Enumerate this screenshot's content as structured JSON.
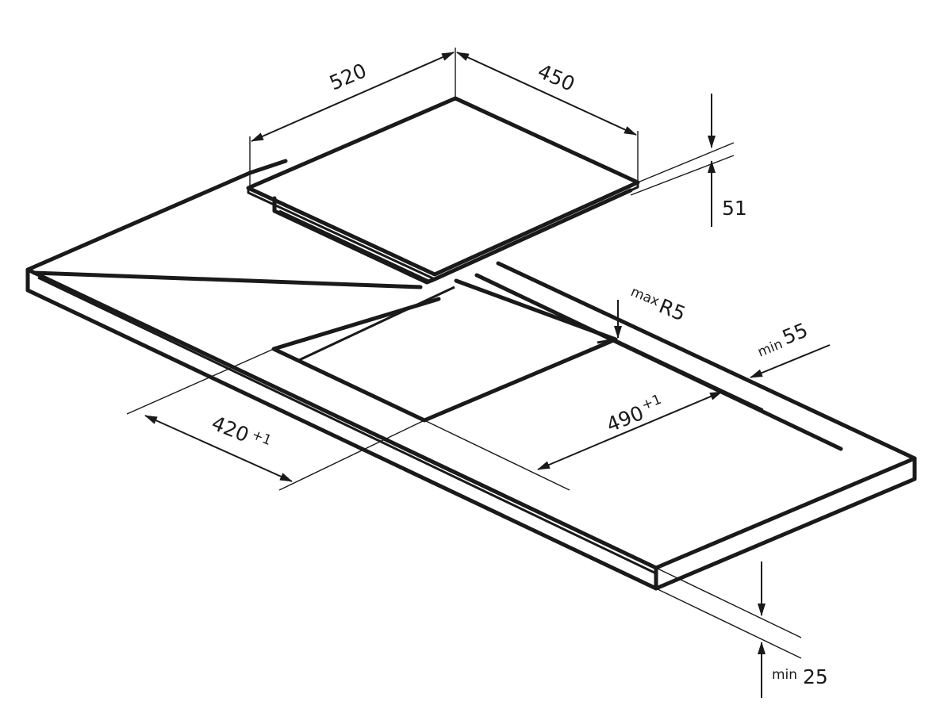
{
  "dimensions": {
    "hob_width": "520",
    "hob_depth": "450",
    "hob_height": "51",
    "corner_prefix": "max",
    "corner_value": "R5",
    "edge_prefix": "min",
    "edge_value": "55",
    "cutout_width": "490",
    "cutout_width_tol": "+1",
    "cutout_depth": "420",
    "cutout_depth_tol": "+1",
    "worktop_prefix": "min",
    "worktop_value": "25"
  }
}
